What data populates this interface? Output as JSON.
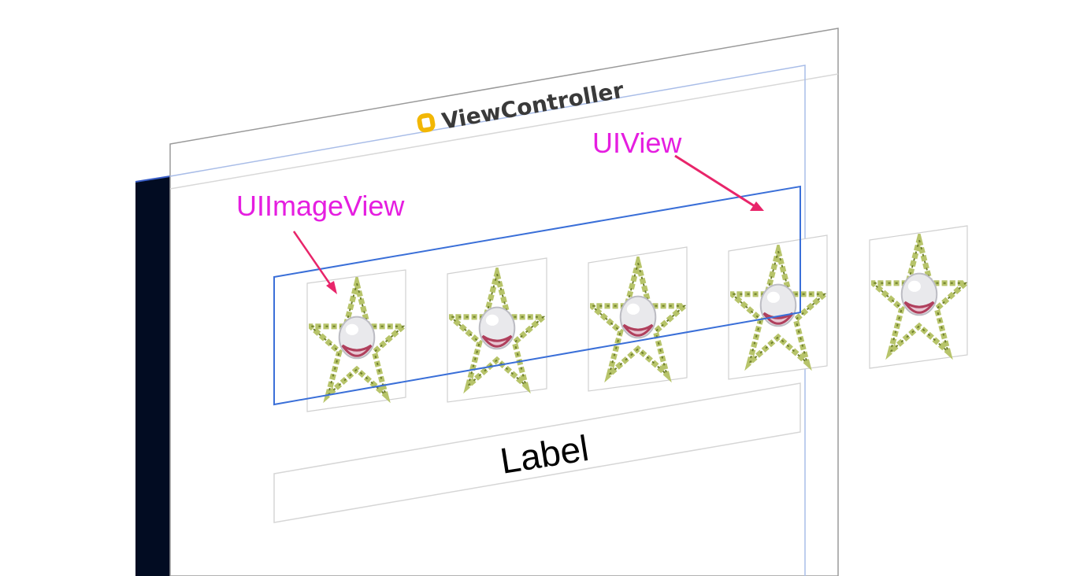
{
  "scene": {
    "view_controller": {
      "title": "ViewController",
      "icon": "view-controller-icon",
      "icon_color": "#f2b705"
    },
    "stack_view": {
      "border_color": "#3a6fd8",
      "image_views": [
        {
          "icon": "star-smiley-icon"
        },
        {
          "icon": "star-smiley-icon"
        },
        {
          "icon": "star-smiley-icon"
        },
        {
          "icon": "star-smiley-icon"
        },
        {
          "icon": "star-smiley-icon"
        }
      ]
    },
    "label": {
      "text": "Label"
    },
    "annotations": {
      "color": "#e51ee0",
      "arrow_color": "#e8256a",
      "uiimageview": "UIImageView",
      "uiview": "UIView"
    },
    "window_color": "#020c22"
  }
}
